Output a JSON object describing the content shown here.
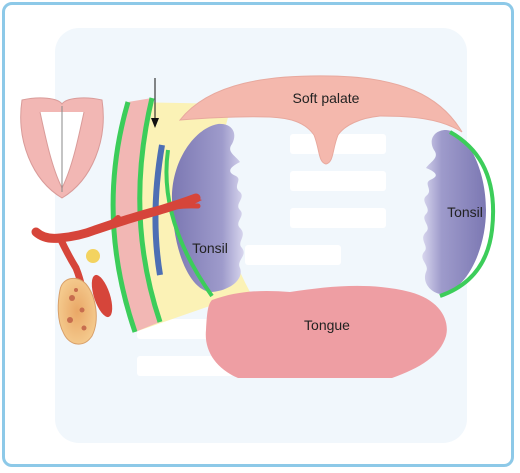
{
  "labels": {
    "soft_palate": "Soft palate",
    "tonsil_left": "Tonsil",
    "tonsil_right": "Tonsil",
    "tongue": "Tongue"
  },
  "colors": {
    "frame": "#8dc9e8",
    "panel": "#f1f7fc",
    "placeholder": "#ffffff",
    "tissue_pink": "#f2b7b4",
    "tongue_pink": "#ee9ea3",
    "tonsil_purple": "#8f8cc0",
    "mucosa_green": "#3ccd5a",
    "fat_yellow": "#fbf2b6",
    "vessel_red": "#d6453a",
    "nerve_blue": "#4d6fb4",
    "gland_orange": "#f1c182",
    "node_yellow": "#f3d360"
  }
}
